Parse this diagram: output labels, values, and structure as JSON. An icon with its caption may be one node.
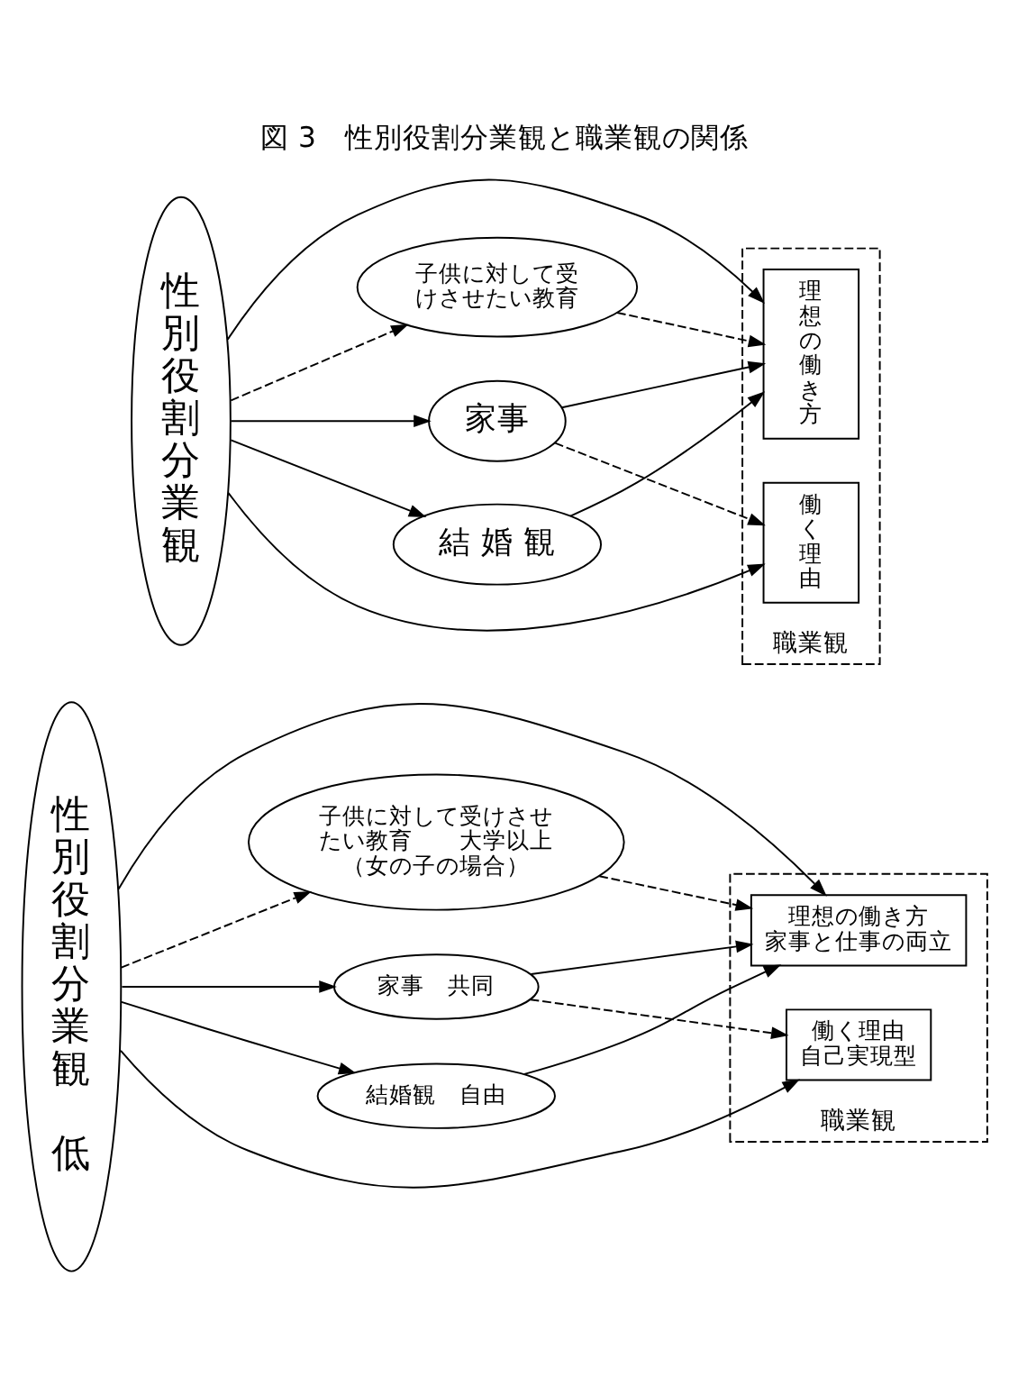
{
  "diagram": {
    "title": "図 3　性別役割分業観と職業観の関係",
    "nodes": [
      {
        "text": [
          "性別役割分業観"
        ]
      },
      {
        "text": [
          "子供に対して受けさせたい教育"
        ]
      },
      {
        "text": [
          "家事"
        ]
      },
      {
        "text": [
          "結 婚 観"
        ]
      },
      {
        "text": [
          "職業観"
        ]
      },
      {
        "text": [
          "理想の働き方"
        ],
        "in": 4
      },
      {
        "text": [
          "働く理由"
        ],
        "in": 4
      },
      {
        "text": [
          "性別役割分業観",
          "低"
        ]
      },
      {
        "text": [
          "子供に対して受けさせたい教育　　大学以上（女の子の場合）"
        ]
      },
      {
        "text": [
          "家事　共同"
        ]
      },
      {
        "text": [
          "結婚観　自由"
        ]
      },
      {
        "text": [
          "職業観"
        ]
      },
      {
        "text": [
          "理想の働き方",
          "家事と仕事の両立"
        ],
        "in": 11
      },
      {
        "text": [
          "働く理由",
          "自己実現型"
        ],
        "in": 11
      }
    ],
    "edges": [
      {
        "from": 0,
        "to": 5,
        "arrow": "to"
      },
      {
        "from": 0,
        "to": 1,
        "arrow": "to",
        "style": "dashed"
      },
      {
        "from": 1,
        "to": 5,
        "arrow": "to",
        "style": "dashed"
      },
      {
        "from": 0,
        "to": 2,
        "arrow": "to"
      },
      {
        "from": 0,
        "to": 3,
        "arrow": "to"
      },
      {
        "from": 2,
        "to": 5,
        "arrow": "to"
      },
      {
        "from": 2,
        "to": 6,
        "arrow": "to",
        "style": "dashed"
      },
      {
        "from": 3,
        "to": 5,
        "arrow": "to"
      },
      {
        "from": 0,
        "to": 6,
        "arrow": "to"
      },
      {
        "from": 7,
        "to": 12,
        "arrow": "to"
      },
      {
        "from": 7,
        "to": 8,
        "arrow": "to",
        "style": "dashed"
      },
      {
        "from": 8,
        "to": 12,
        "arrow": "to",
        "style": "dashed"
      },
      {
        "from": 7,
        "to": 9,
        "arrow": "to"
      },
      {
        "from": 7,
        "to": 10,
        "arrow": "to"
      },
      {
        "from": 9,
        "to": 12,
        "arrow": "to"
      },
      {
        "from": 9,
        "to": 13,
        "arrow": "to",
        "style": "dashed"
      },
      {
        "from": 10,
        "to": 12,
        "arrow": "to"
      },
      {
        "from": 7,
        "to": 13,
        "arrow": "to"
      }
    ]
  }
}
